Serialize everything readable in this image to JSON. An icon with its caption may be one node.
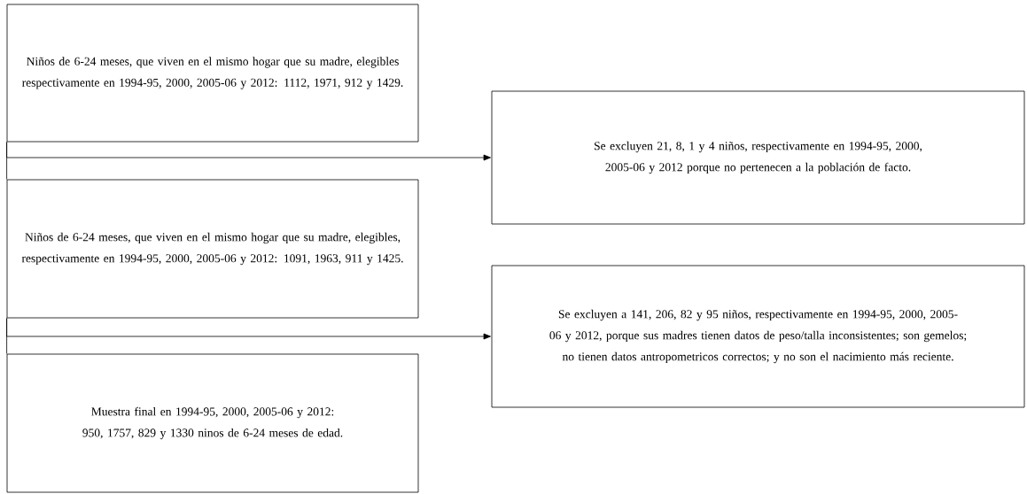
{
  "diagram": {
    "nodes": [
      {
        "text": [
          "Niños de 6-24 meses, que viven en el mismo hogar que su madre, elegibles respectivamente en 1994-95, 2000, 2005-06 y 2012: 1112, 1971, 912 y 1429."
        ]
      },
      {
        "text": [
          "Se excluyen 21, 8, 1 y 4 niños, respectivamente en 1994-95, 2000, 2005-06 y 2012 porque no pertenecen a la población de facto."
        ]
      },
      {
        "text": [
          "Niños de 6-24 meses, que viven en el mismo hogar que su madre, elegibles, respectivamente en 1994-95, 2000, 2005-06 y 2012: 1091, 1963, 911 y 1425."
        ]
      },
      {
        "text": [
          "Se excluyen a 141, 206, 82 y 95 niños, respectivamente en 1994-95, 2000, 2005-06 y 2012, porque sus madres tienen datos de peso/talla inconsistentes; son gemelos; no tienen datos antropometricos correctos; y no son el nacimiento más reciente."
        ]
      },
      {
        "text": [
          "Muestra final en 1994-95, 2000, 2005-06 y 2012: 950, 1757, 829 y 1330 ninos de 6-24 meses de edad."
        ]
      }
    ],
    "edges": [
      {
        "from": 0,
        "to": 1,
        "arrow": "to"
      },
      {
        "from": 0,
        "to": 2,
        "arrow": "none"
      },
      {
        "from": 2,
        "to": 3,
        "arrow": "to"
      },
      {
        "from": 2,
        "to": 4,
        "arrow": "none"
      }
    ]
  }
}
